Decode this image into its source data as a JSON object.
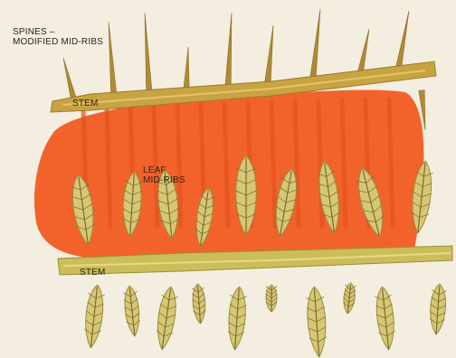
{
  "labels": {
    "spines_line1": "SPINES –",
    "spines_line2": "MODIFIED MID-RIBS",
    "stem_top": "STEM",
    "leaf_line1": "LEAF",
    "leaf_line2": "MID-RIBS",
    "stem_bottom": "STEM"
  },
  "colors": {
    "background": "#f4eee0",
    "stem": "#c8a341",
    "leaf_blade": "#f2632c",
    "leaflet": "#d6c777",
    "leaflet_vein": "#7b6c2a",
    "spine": "#b08a36"
  }
}
